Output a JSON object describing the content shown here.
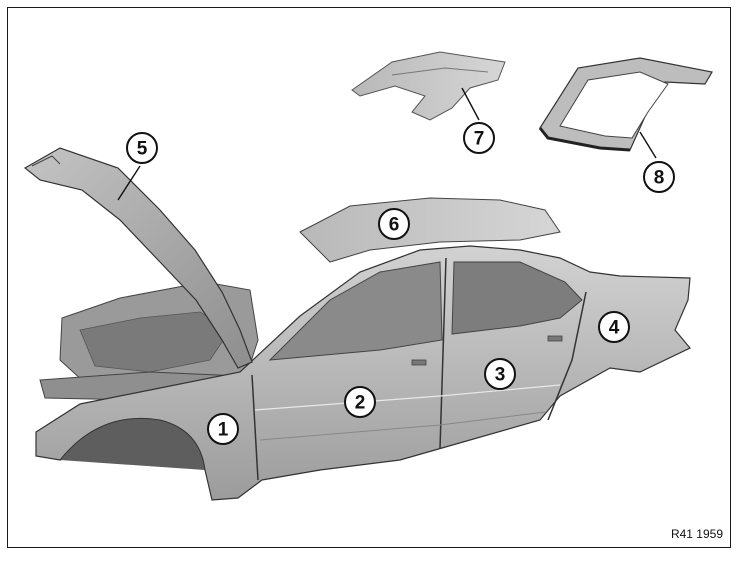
{
  "diagram": {
    "callouts": [
      {
        "id": "1",
        "label": "1"
      },
      {
        "id": "2",
        "label": "2"
      },
      {
        "id": "3",
        "label": "3"
      },
      {
        "id": "4",
        "label": "4"
      },
      {
        "id": "5",
        "label": "5"
      },
      {
        "id": "6",
        "label": "6"
      },
      {
        "id": "7",
        "label": "7"
      },
      {
        "id": "8",
        "label": "8"
      }
    ],
    "reference_code": "R41 1959"
  },
  "colors": {
    "panel_light": "#c9c9c9",
    "panel_mid": "#a8a8a8",
    "panel_dark": "#6f6f6f",
    "outline": "#111111"
  }
}
